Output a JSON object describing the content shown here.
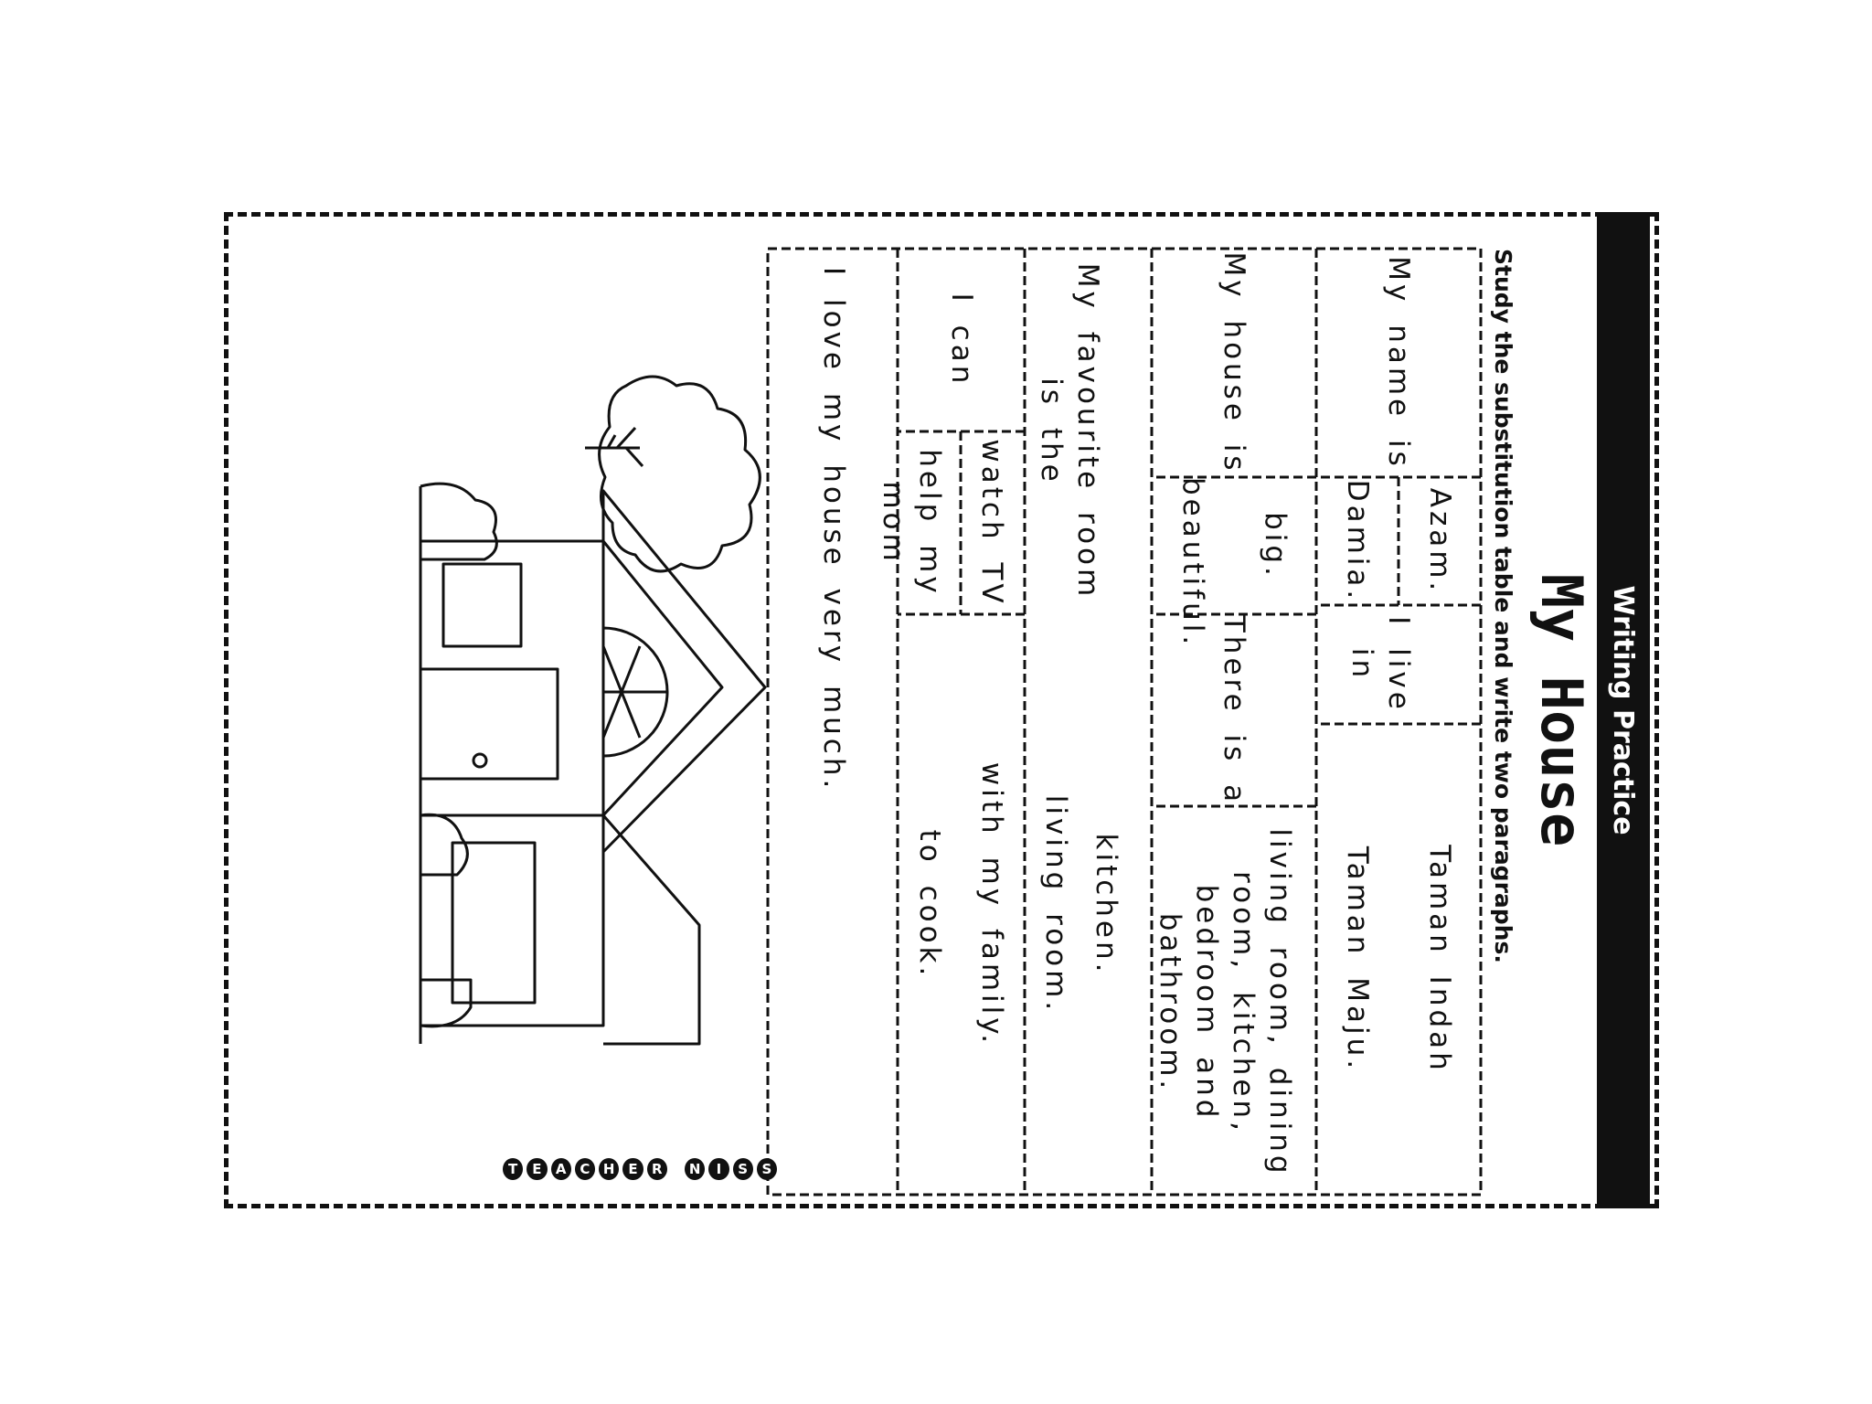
{
  "worksheet": {
    "title": "My House",
    "subtitle": "Writing Practice",
    "instruction": "Study the substitution table and write two paragraphs.",
    "table": {
      "row1": {
        "stem": "My name is",
        "opt1": "Azam.",
        "opt2": "Damia.",
        "stem2": "I live in",
        "opt3": "Taman Indah",
        "opt4": "Taman Maju."
      },
      "row2": {
        "stem": "My house is",
        "opt1": "big.",
        "opt2": "beautiful.",
        "stem2": "There is a",
        "opt3": "living room, dining room, kitchen, bedroom and bathroom."
      },
      "row3": {
        "stem": "My favourite room is the",
        "opt1": "kitchen.",
        "opt2": "living room."
      },
      "row4": {
        "stem": "I can",
        "opt1": "watch TV",
        "opt2": "help my mom",
        "opt3": "with my family.",
        "opt4": "to cook."
      },
      "row5": {
        "text": "I love my house very much."
      }
    },
    "brand": "TEACHER NISS"
  }
}
